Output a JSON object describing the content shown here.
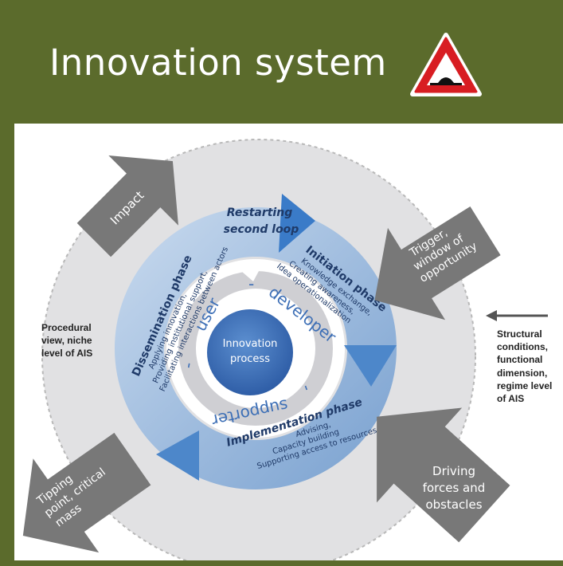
{
  "slide": {
    "title": "Innovation system",
    "warning_icon": "road-bump-warning-icon"
  },
  "diagram": {
    "center": {
      "line1": "Innovation",
      "line2": "process"
    },
    "roles": {
      "user": "user",
      "developer": "developer",
      "supporter": "supporter",
      "sep1": "-",
      "sep2": "-",
      "sep3": "-"
    },
    "phases": {
      "restart": {
        "line1": "Restarting",
        "line2": "second loop"
      },
      "initiation": {
        "title": "Initiation phase",
        "items": [
          "Knowledge exchange,",
          "Creating awareness,",
          "Idea operationalization"
        ]
      },
      "implementation": {
        "title": "Implementation phase",
        "items": [
          "Advising,",
          "Capacity building",
          "Supporting access to resources"
        ]
      },
      "dissemination": {
        "title": "Dissemination phase",
        "items": [
          "Applying innovation,",
          "Providing institutional support,",
          "Facilitating interactions between actors"
        ]
      }
    },
    "outer_arrows": {
      "impact": "Impact",
      "trigger": {
        "line1": "Trigger,",
        "line2": "window of",
        "line3": "opportunity"
      },
      "tipping": {
        "line1": "Tipping",
        "line2": "point, critical",
        "line3": "mass"
      },
      "driving": {
        "line1": "Driving",
        "line2": "forces and",
        "line3": "obstacles"
      }
    },
    "procedural": {
      "line1": "Procedural",
      "line2": "view, niche",
      "line3": "level of AIS"
    },
    "structural": {
      "line1": "Structural",
      "line2": "conditions,",
      "line3": "functional",
      "line4": "dimension,",
      "line5": "regime level",
      "line6": "of  AIS"
    }
  },
  "colors": {
    "background": "#5b6b2c",
    "outer_circle": "#e1e1e3",
    "arrow_gray": "#787878",
    "cycle_blue": "#a6c2e0",
    "center_blue": "#3d6fb6",
    "text_navy": "#1f3a68"
  }
}
